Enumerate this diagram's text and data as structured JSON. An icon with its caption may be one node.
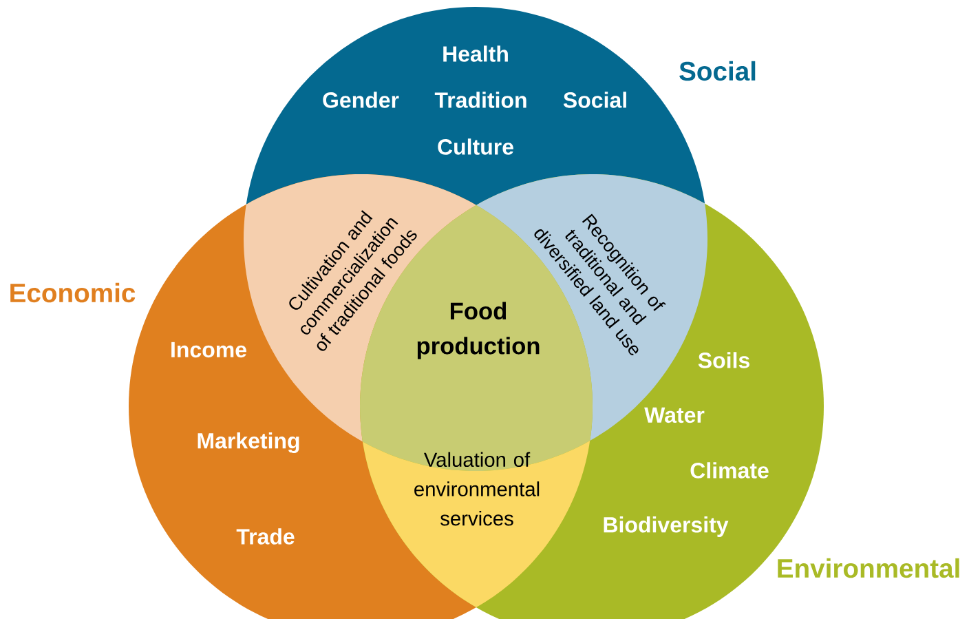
{
  "diagram": {
    "nodes": [
      {
        "text": [
          "Social",
          "Health",
          "Gender",
          "Tradition",
          "Social",
          "Culture"
        ]
      },
      {
        "text": [
          "Economic",
          "Income",
          "Marketing",
          "Trade"
        ]
      },
      {
        "text": [
          "Environmental",
          "Soils",
          "Water",
          "Climate",
          "Biodiversity"
        ]
      },
      {
        "text": [
          "Cultivation and commercialization of traditional foods"
        ]
      },
      {
        "text": [
          "Recognition of traditional and diversified land use"
        ]
      },
      {
        "text": [
          "Food production"
        ]
      },
      {
        "text": [
          "Valuation of environmental services"
        ]
      }
    ]
  }
}
